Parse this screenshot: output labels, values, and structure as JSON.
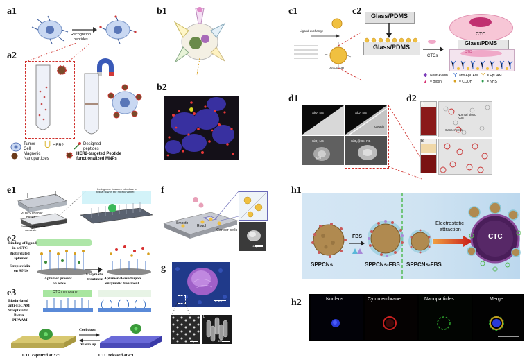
{
  "panels": {
    "a1": "a1",
    "a2": "a2",
    "b1": "b1",
    "b2": "b2",
    "c1": "c1",
    "c2": "c2",
    "d1": "d1",
    "d2": "d2",
    "e1": "e1",
    "e2": "e2",
    "e3": "e3",
    "f": "f",
    "g": "g",
    "h1": "h1",
    "h2": "h2"
  },
  "a": {
    "recognition": "Recognition",
    "peptides": "peptides",
    "legend": {
      "tumor": "Tumor",
      "cell": "Cell",
      "her2": "HER2",
      "designed": "Designed",
      "designed_peptides": "peptides",
      "magnetic": "Magnetic",
      "nanoparticles": "Nanoparticles",
      "her2_targeted": "HER2-targeted Peptide",
      "functionalized": "functionalized MNPs"
    }
  },
  "c": {
    "glass_pdms_top": "Glass/PDMS",
    "glass_pdms_mid": "Glass/PDMS",
    "glass_pdms_right": "Glass/PDMS",
    "ctc": "CTC",
    "ctcs": "CTCs",
    "ctc_small": "CTC",
    "ligand_exchange": "Ligand exchange",
    "anti_aunp": "Anti-AuNP",
    "legend": {
      "neutravidin": "NeutrAvidin",
      "anti_epcam_1": "anti-EpCAM",
      "anti_epcam_2": "= EpCAM",
      "biotin": "= Biotin",
      "cooh": "= COOH",
      "nhs": "= NHS"
    }
  },
  "d": {
    "sio2_nb": "SiO₂ NB",
    "sio2_nb_gelatin": "SiO₂ NB",
    "gelatin": "Gelatin",
    "sio2_nb_cell": "SiO₂ NB",
    "cell": "cell",
    "sio2_at_gel": "SiO₂@Gel NB",
    "normal_blood_cells": "Normal blood cells",
    "cancer_cells": "Cancer cells",
    "tube_a": "A",
    "tube_b": "B"
  },
  "e": {
    "herringbone": "Herringbone features introduce a helical flow in the microchannel",
    "pdms_chaotic": "PDMS chaotic",
    "mixer": "mixer",
    "patterned": "Patterned Nanowire",
    "substrate": "substrate",
    "binding_ligand": "Binding of ligand",
    "in_a_ctc": "in a CTC",
    "biotinylated": "Biotinylated",
    "aptamer": "aptamer",
    "streptavidin": "Streptavidin",
    "on_sinss": "on SiNSs",
    "aptamer_present": "Aptamer present",
    "on_sinss2": "on SiNS",
    "enzymatic": "Enzymatic",
    "treatment": "treatment",
    "aptamer_cleaved": "Aptamer cleaved upon",
    "enzymatic_treatment": "enzymatic treatment",
    "ctc_membrane": "CTC membrane",
    "biotinylated_epcam": "Biotinylated",
    "anti_epcam": "anti-EpCAM",
    "streptavidin2": "Streptavidin",
    "biotin": "Biotin",
    "pipaam": "PIPAAM",
    "cool_down": "Cool down",
    "warm_up": "Warm up",
    "captured": "CTC captured at 37°C",
    "released": "CTC released at 4°C"
  },
  "f": {
    "smooth": "Smooth",
    "rough": "Rough",
    "cancer_cells": "Cancer cells",
    "scale": "10 μm"
  },
  "g": {
    "scale_top": "2 μm",
    "scale_bl": "1 μm",
    "scale_br": "400 nm"
  },
  "h": {
    "sppcns": "SPPCNs",
    "fbs": "FBS",
    "sppcns_fbs": "SPPCNs-FBS",
    "sppcns_fbs2": "SPPCNs-FBS",
    "electrostatic": "Electrostatic",
    "attraction": "attraction",
    "ctc": "CTC",
    "nucleus": "Nucleus",
    "cytomembrane": "Cytomembrane",
    "nanoparticles": "Nanoparticles",
    "merge": "Merge"
  },
  "colors": {
    "red_dash": "#d0302c",
    "h1_bg": "#cfe3f2",
    "h2_bg": "#000000",
    "ctc_purple": "#4a1e5a",
    "ctc_pink": "#f7c6d6"
  }
}
